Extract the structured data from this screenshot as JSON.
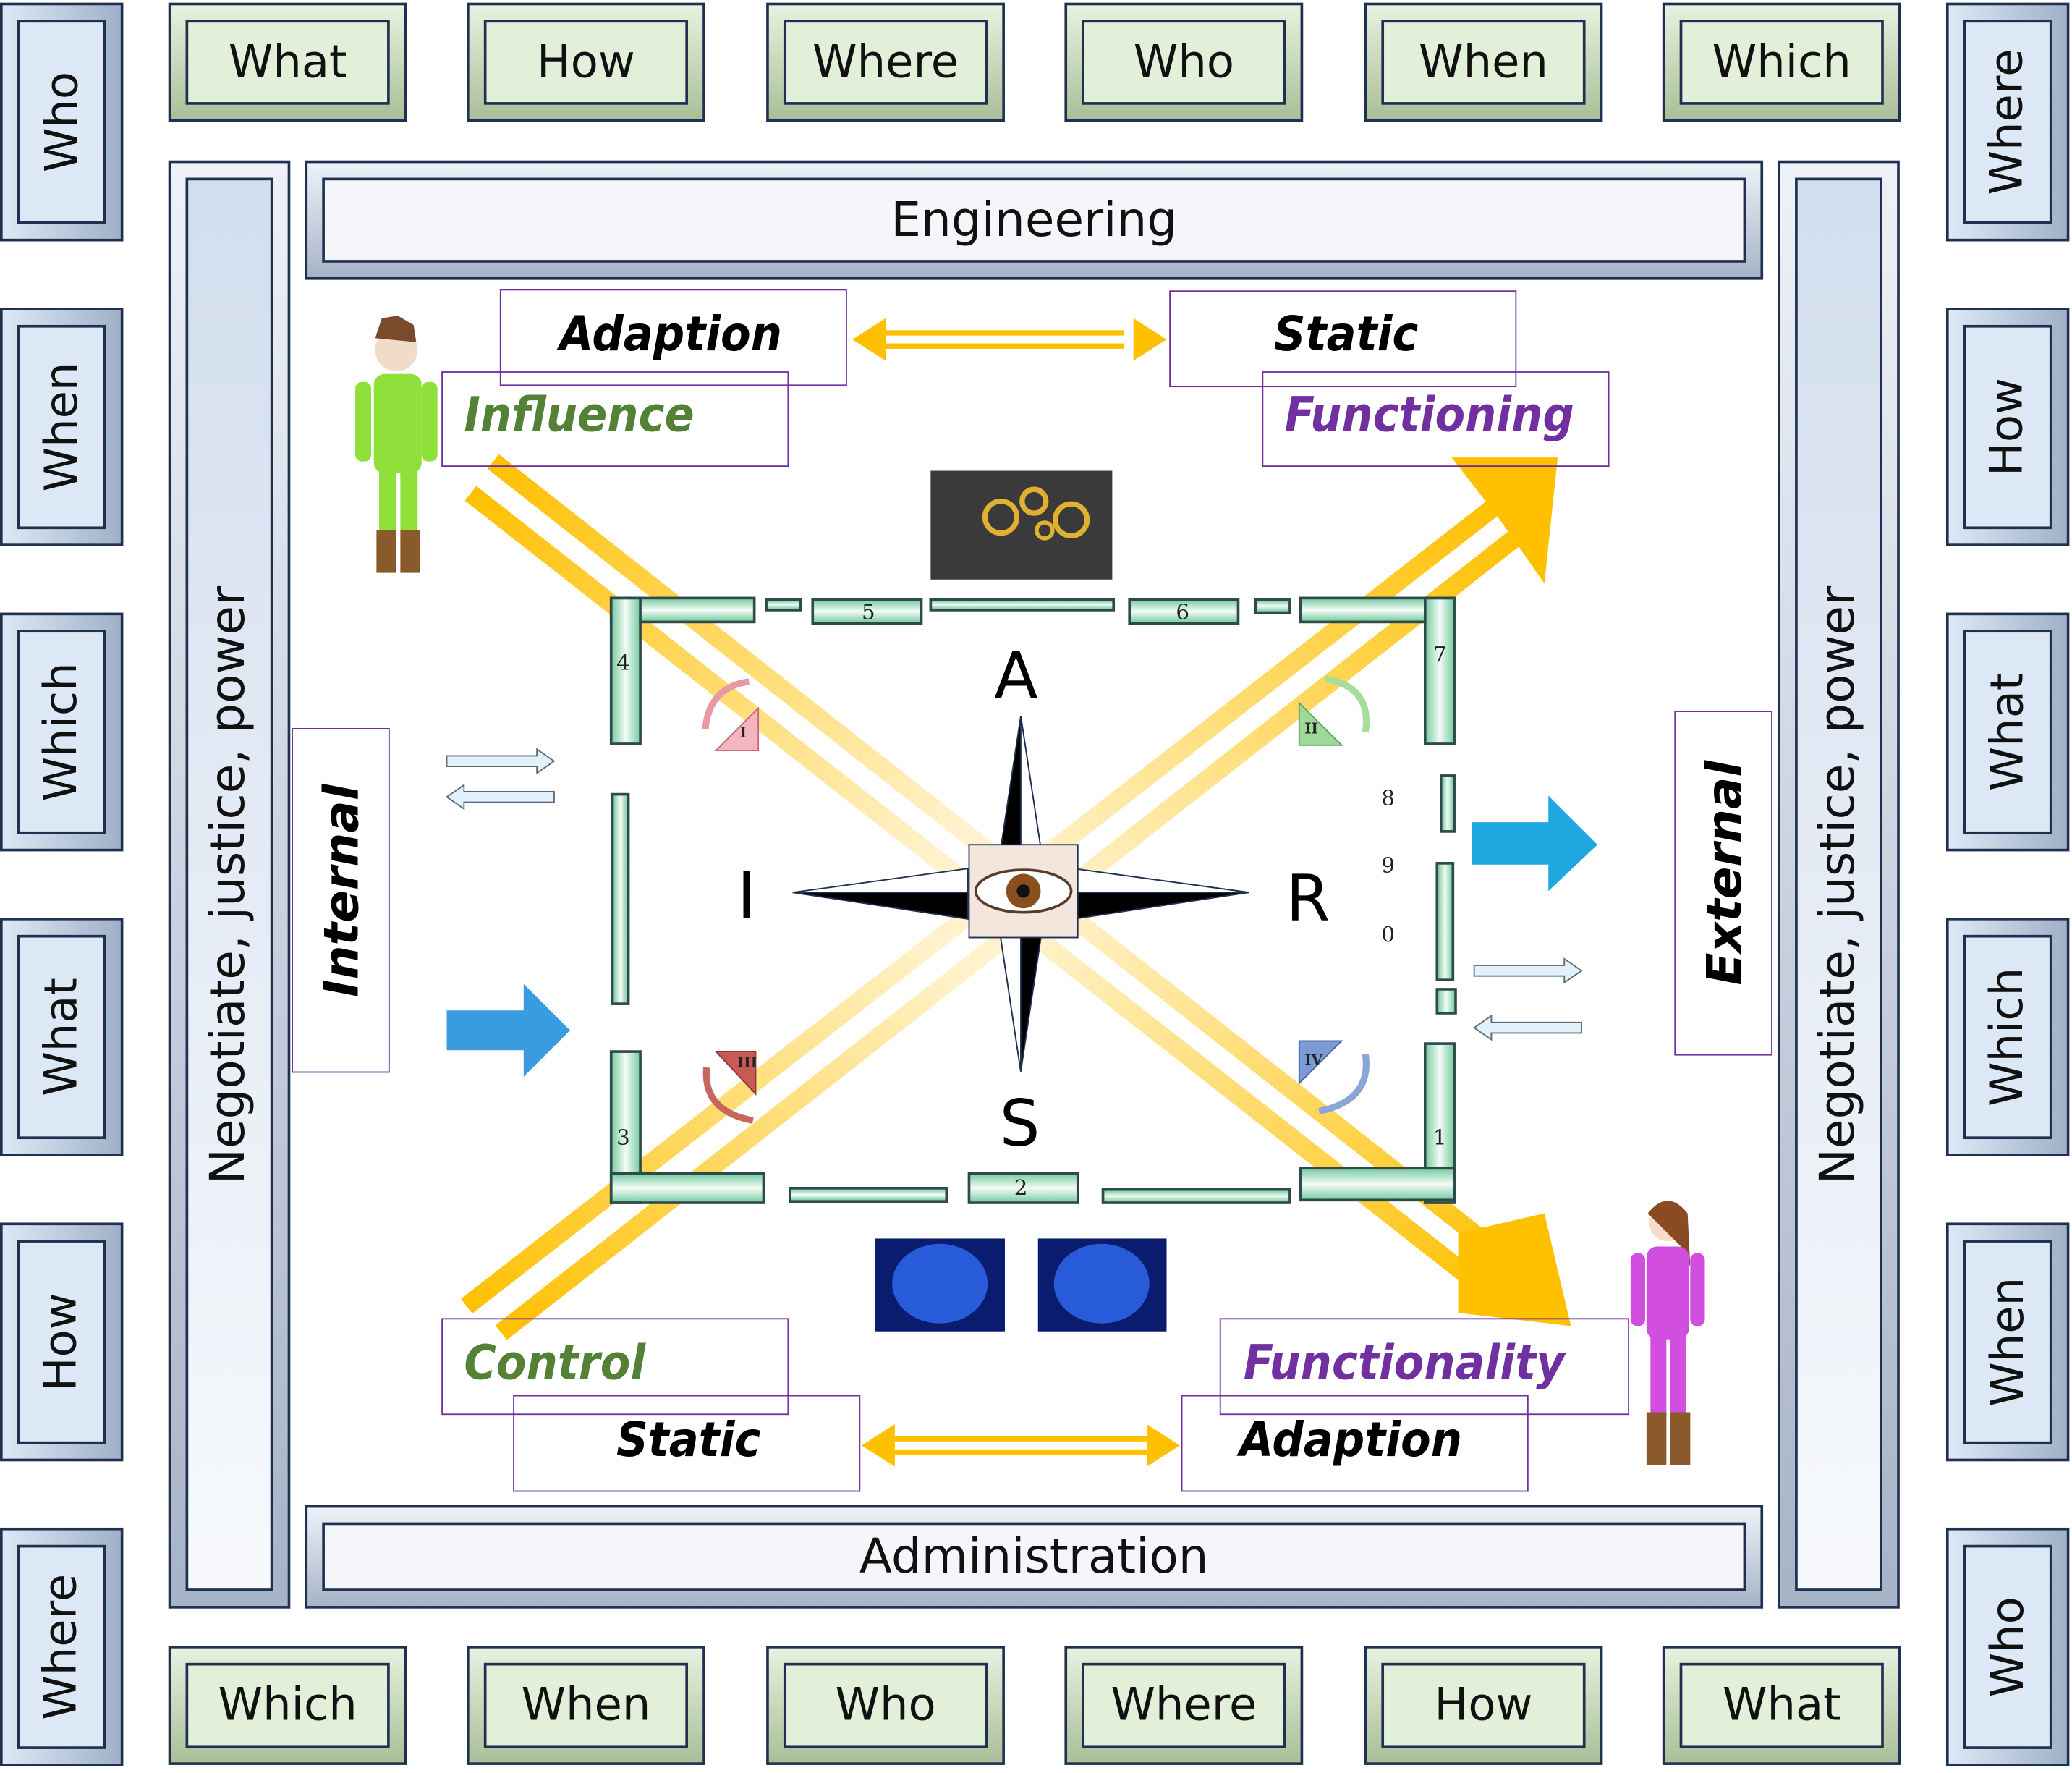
{
  "top_row": [
    "What",
    "How",
    "Where",
    "Who",
    "When",
    "Which"
  ],
  "bottom_row": [
    "Which",
    "When",
    "Who",
    "Where",
    "How",
    "What"
  ],
  "left_column": [
    "Who",
    "When",
    "Which",
    "What",
    "How",
    "Where"
  ],
  "right_column": [
    "Where",
    "How",
    "What",
    "Which",
    "When",
    "Who"
  ],
  "bars": {
    "top": "Engineering",
    "bottom": "Administration",
    "left": "Negotiate, justice, power",
    "right": "Negotiate, justice, power"
  },
  "side_labels": {
    "internal": "Internal",
    "external": "External"
  },
  "top_labels": {
    "adaption": "Adaption",
    "static": "Static",
    "influence": "Influence",
    "functioning": "Functioning"
  },
  "bottom_labels": {
    "control": "Control",
    "static": "Static",
    "functionality": "Functionality",
    "adaption": "Adaption"
  },
  "compass": {
    "north": "A",
    "south": "S",
    "west": "I",
    "east": "R"
  },
  "quadrants": [
    "I",
    "II",
    "III",
    "IV"
  ],
  "segments": [
    "1",
    "2",
    "3",
    "4",
    "5",
    "6",
    "7",
    "8",
    "9",
    "0"
  ],
  "colors": {
    "green_label": "#538135",
    "purple_label": "#7030a0",
    "arrow_gold": "#ffc000",
    "arrow_blue": "#29a9e0",
    "box_border": "#7030a0"
  }
}
